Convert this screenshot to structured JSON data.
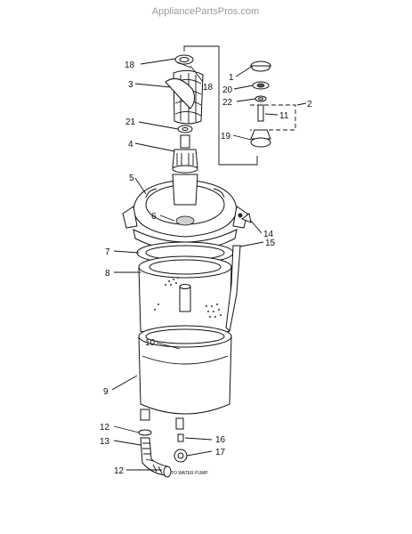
{
  "watermark": "AppliancePartsPros.com",
  "note_to_water_pump": "TO WATER PUMP",
  "callouts": {
    "c1": "1",
    "c2": "2",
    "c3": "3",
    "c4": "4",
    "c5": "5",
    "c6": "6",
    "c7": "7",
    "c8": "8",
    "c9": "9",
    "c10": "10",
    "c11": "11",
    "c12a": "12",
    "c12b": "12",
    "c13": "13",
    "c14": "14",
    "c15": "15",
    "c16": "16",
    "c17": "17",
    "c18a": "18",
    "c18b": "18",
    "c19": "19",
    "c20": "20",
    "c21": "21",
    "c22": "22"
  }
}
